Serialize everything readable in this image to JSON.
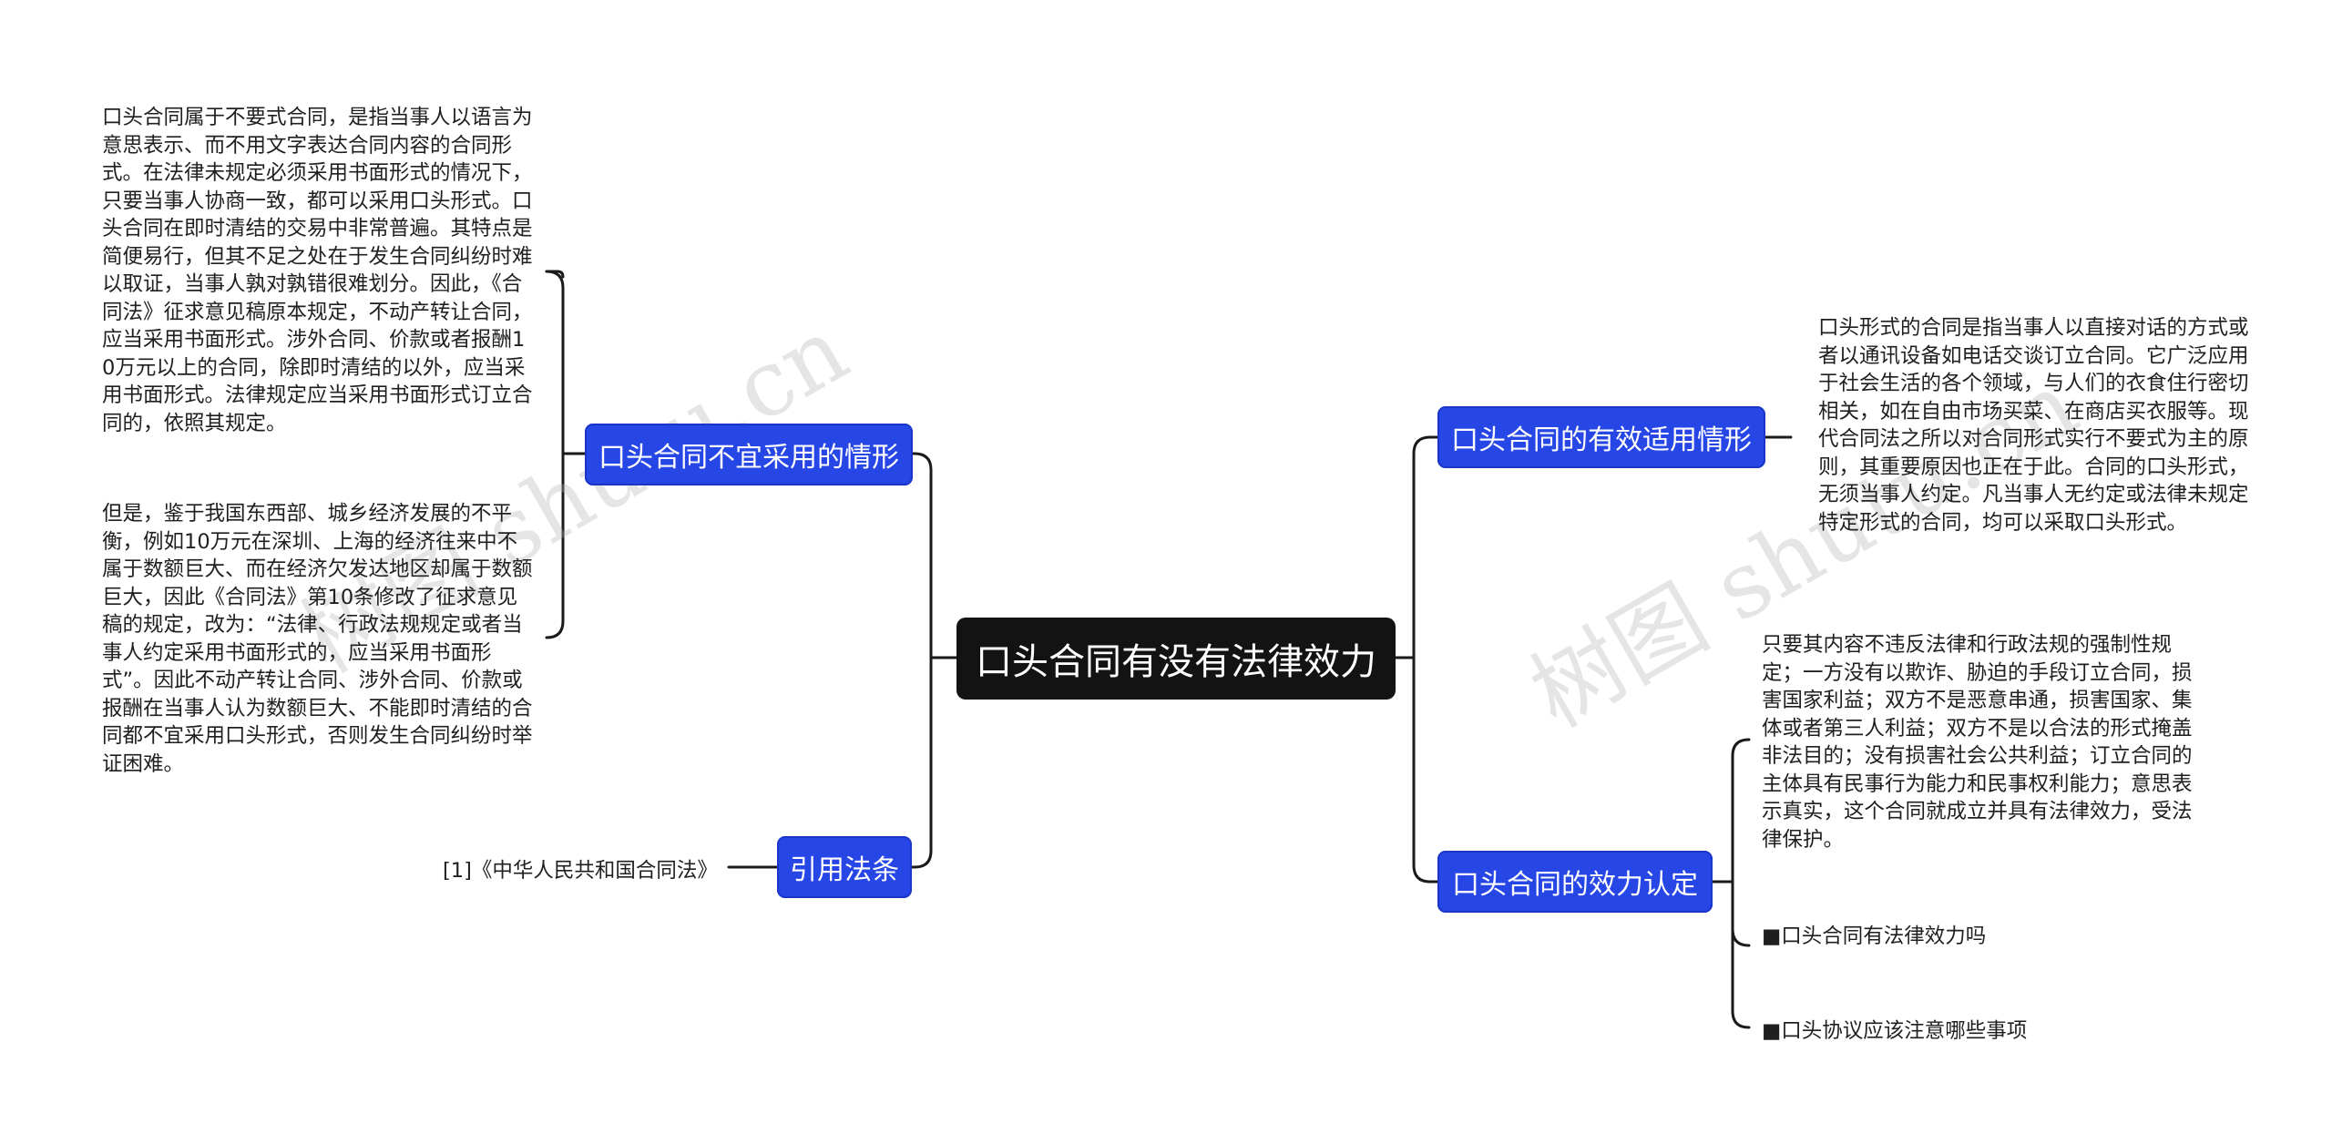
{
  "watermarks": [
    "树图 shutu.cn",
    "树图 shutu.cn"
  ],
  "root": "口头合同有没有法律效力",
  "branches": {
    "not_suitable": "口头合同不宜采用的情形",
    "citation": "引用法条",
    "valid_use": "口头合同的有效适用情形",
    "validity": "口头合同的效力认定"
  },
  "texts": {
    "not_suitable_1": "口头合同属于不要式合同，是指当事人以语言为意思表示、而不用文字表达合同内容的合同形式。在法律未规定必须采用书面形式的情况下，只要当事人协商一致，都可以采用口头形式。口头合同在即时清结的交易中非常普遍。其特点是简便易行，但其不足之处在于发生合同纠纷时难以取证，当事人孰对孰错很难划分。因此，《合同法》征求意见稿原本规定，不动产转让合同，应当采用书面形式。涉外合同、价款或者报酬10万元以上的合同，除即时清结的以外，应当采用书面形式。法律规定应当采用书面形式订立合同的，依照其规定。",
    "not_suitable_2": "但是，鉴于我国东西部、城乡经济发展的不平衡，例如10万元在深圳、上海的经济往来中不属于数额巨大、而在经济欠发达地区却属于数额巨大，因此《合同法》第10条修改了征求意见稿的规定，改为：“法律、行政法规规定或者当事人约定采用书面形式的，应当采用书面形式”。因此不动产转让合同、涉外合同、价款或报酬在当事人认为数额巨大、不能即时清结的合同都不宜采用口头形式，否则发生合同纠纷时举证困难。",
    "valid_use_1": "口头形式的合同是指当事人以直接对话的方式或者以通讯设备如电话交谈订立合同。它广泛应用于社会生活的各个领域，与人们的衣食住行密切相关，如在自由市场买菜、在商店买衣服等。现代合同法之所以对合同形式实行不要式为主的原则，其重要原因也正在于此。合同的口头形式，无须当事人约定。凡当事人无约定或法律未规定特定形式的合同，均可以采取口头形式。",
    "validity_1": "只要其内容不违反法律和行政法规的强制性规定；一方没有以欺诈、胁迫的手段订立合同，损害国家利益；双方不是恶意串通，损害国家、集体或者第三人利益；双方不是以合法的形式掩盖非法目的；没有损害社会公共利益；订立合同的主体具有民事行为能力和民事权利能力；意思表示真实，这个合同就成立并具有法律效力，受法律保护。"
  },
  "leaves": {
    "citation_1": "[1]《中华人民共和国合同法》",
    "validity_2": "■口头合同有法律效力吗",
    "validity_3": "■口头协议应该注意哪些事项"
  },
  "colors": {
    "root_bg": "#131313",
    "branch_bg": "#2646e6",
    "connector": "#1a1a1a",
    "text": "#1f1f1f"
  }
}
